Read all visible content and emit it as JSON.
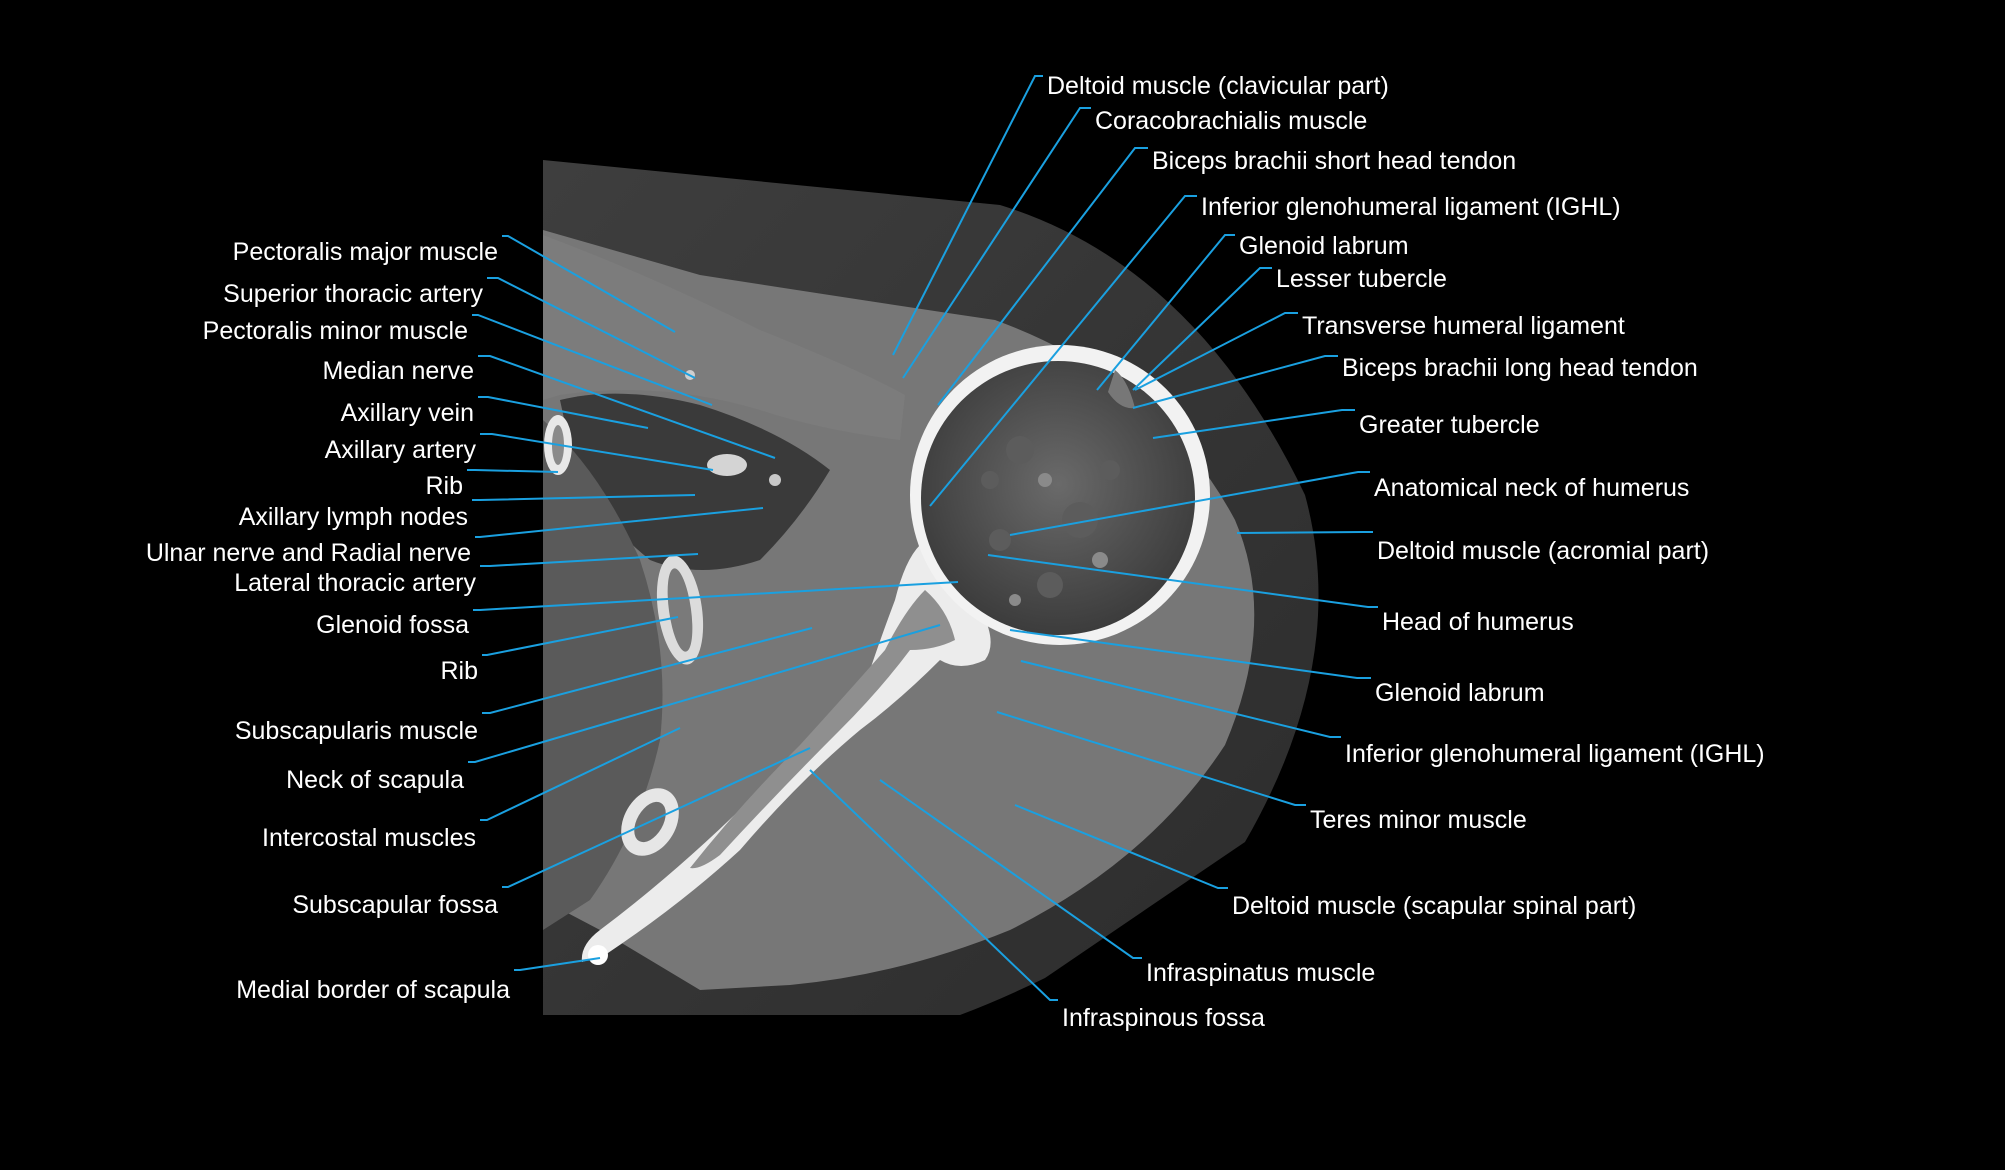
{
  "colors": {
    "background": "#000000",
    "leader_line": "#1aa0e0",
    "label_text": "#ffffff"
  },
  "image": {
    "kind": "axial CT slice of the shoulder joint"
  },
  "labels_left": [
    "Pectoralis major muscle",
    "Superior thoracic artery",
    "Pectoralis minor muscle",
    "Median nerve",
    "Axillary vein",
    "Axillary artery",
    "Rib",
    "Axillary lymph nodes",
    "Ulnar nerve and Radial nerve",
    "Lateral thoracic artery",
    "Glenoid fossa",
    "Rib",
    "Subscapularis muscle",
    "Neck of scapula",
    "Intercostal muscles",
    "Subscapular fossa",
    "Medial border of scapula"
  ],
  "labels_right": [
    "Deltoid muscle (clavicular part)",
    "Coracobrachialis muscle",
    "Biceps brachii short head tendon",
    "Inferior glenohumeral ligament (IGHL)",
    "Glenoid labrum",
    "Lesser tubercle",
    "Transverse humeral ligament",
    "Biceps brachii long head tendon",
    "Greater tubercle",
    "Anatomical neck of humerus",
    "Deltoid muscle (acromial part)",
    "Head of humerus",
    "Glenoid labrum",
    "Inferior glenohumeral ligament (IGHL)",
    "Teres minor muscle",
    "Deltoid muscle (scapular spinal part)",
    "Infraspinatus muscle",
    "Infraspinous fossa"
  ]
}
